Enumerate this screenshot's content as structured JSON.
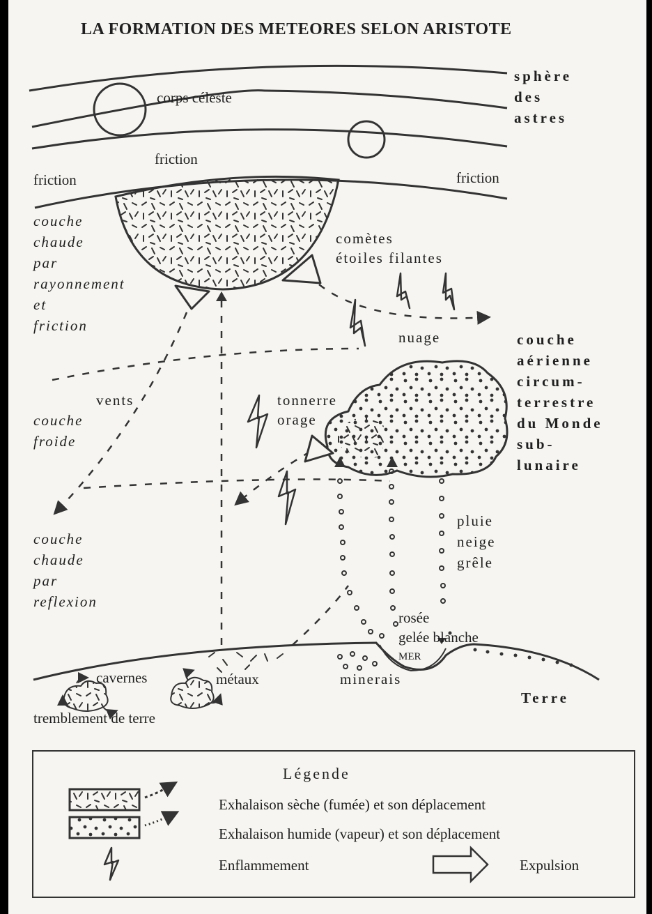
{
  "title": "LA FORMATION DES METEORES SELON ARISTOTE",
  "labels": {
    "sphere_des_astres": [
      "sphère",
      "des",
      "astres"
    ],
    "corps_celeste": "corps céleste",
    "friction_center": "friction",
    "friction_left": "friction",
    "friction_right": "friction",
    "couche_chaude_rayonnement": [
      "couche",
      "chaude",
      "par",
      "rayonnement",
      "et",
      "friction"
    ],
    "cometes": "comètes",
    "etoiles_filantes": "étoiles filantes",
    "nuage": "nuage",
    "couche_aerienne": [
      "couche",
      "aérienne",
      "circum-",
      "terrestre",
      "du Monde",
      "sub-",
      "lunaire"
    ],
    "vents": "vents",
    "couche_froide": [
      "couche",
      "froide"
    ],
    "tonnerre": "tonnerre",
    "orage": "orage",
    "pluie_neige_grele": [
      "pluie",
      "neige",
      "grêle"
    ],
    "couche_chaude_reflexion": [
      "couche",
      "chaude",
      "par",
      "reflexion"
    ],
    "rosee": "rosée",
    "gelee_blanche": "gelée blanche",
    "mer": "MER",
    "cavernes": "cavernes",
    "metaux": "métaux",
    "minerais": "minerais",
    "terre": "Terre",
    "tremblement": "tremblement de terre"
  },
  "legend": {
    "title": "Légende",
    "dry": "Exhalaison sèche (fumée) et son déplacement",
    "humid": "Exhalaison humide (vapeur) et son déplacement",
    "fire": "Enflammement",
    "expulsion": "Expulsion"
  }
}
